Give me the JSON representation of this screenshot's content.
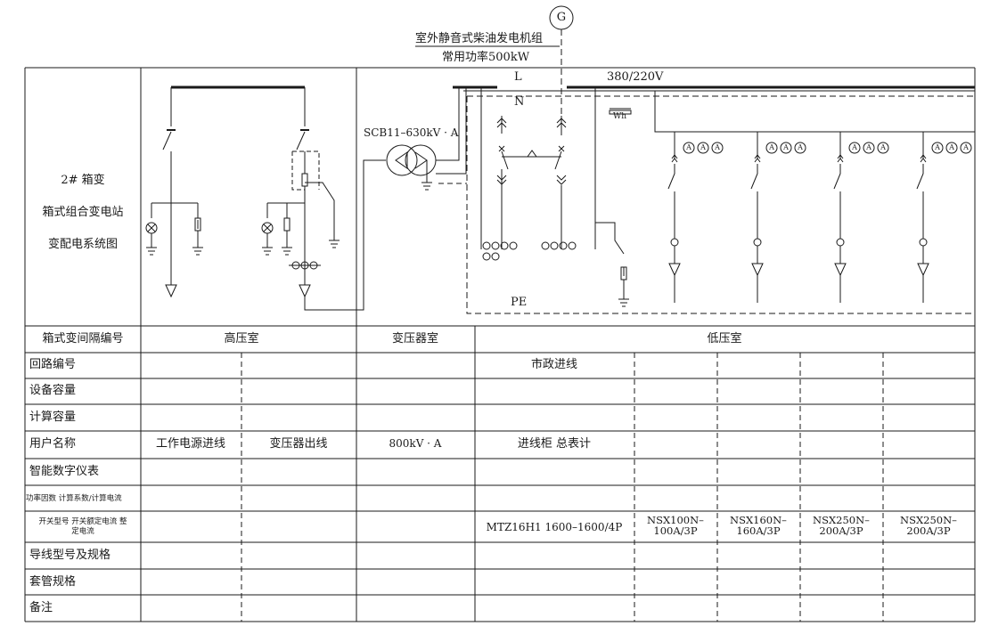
{
  "generator": {
    "symbol": "G",
    "title": "室外静音式柴油发电机组",
    "power": "常用功率500kW"
  },
  "busbar": {
    "phase_label": "L",
    "neutral_label": "N",
    "voltage": "380/220V",
    "pe_label": "PE"
  },
  "transformer_label": "SCB11–630kV · A",
  "meter_label": "Wh",
  "ammeter_symbol": "A",
  "station_title": [
    "2# 箱变",
    "箱式组合变电站",
    "变配电系统图"
  ],
  "rooms": {
    "header": "箱式变间隔编号",
    "hv": "高压室",
    "tr": "变压器室",
    "lv": "低压室"
  },
  "table": {
    "row_labels": [
      "回路编号",
      "设备容量",
      "计算容量",
      "用户名称",
      "智能数字仪表",
      "功率因数 计算系数/计算电流",
      "开关型号 开关额定电流 整定电流",
      "导线型号及规格",
      "套管规格",
      "备注"
    ],
    "circuit": {
      "lv_incoming": "市政进线"
    },
    "user": {
      "hv_in": "工作电源进线",
      "hv_out": "变压器出线",
      "tr": "800kV · A",
      "lv_in": "进线柜 总表计"
    },
    "switch": {
      "lv_in": "MTZ16H1 1600–1600/4P",
      "out1": "NSX100N– 100A/3P",
      "out2": "NSX160N– 160A/3P",
      "out3": "NSX250N– 200A/3P",
      "out4": "NSX250N– 200A/3P"
    }
  }
}
